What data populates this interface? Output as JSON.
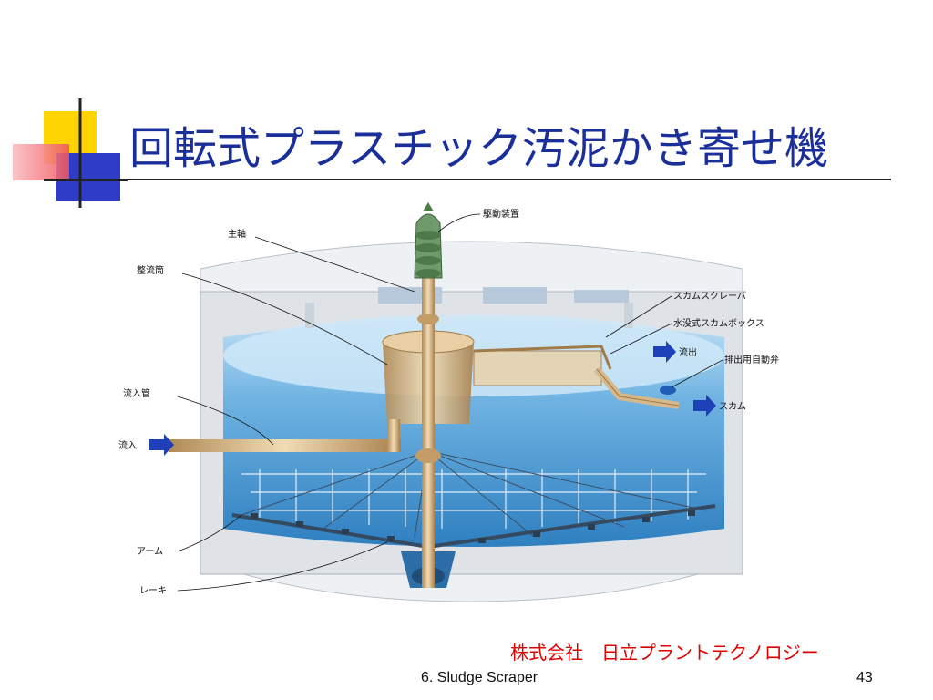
{
  "slide": {
    "title": "回転式プラスチック汚泥かき寄せ機",
    "credit": "株式会社　日立プラントテクノロジー",
    "footer": "6. Sludge Scraper",
    "page_number": "43"
  },
  "diagram": {
    "labels": {
      "drive": "駆動装置",
      "main_shaft": "主軸",
      "baffle": "整流筒",
      "scum_skimmer": "スカムスクレーパ",
      "scum_box": "水没式スカムボックス",
      "outflow": "流出",
      "valve": "排出用自動弁",
      "inflow_pipe": "流入管",
      "scum": "スカム",
      "inflow": "流入",
      "arm": "アーム",
      "rake": "レーキ"
    }
  },
  "colors": {
    "title": "#1b2f9a",
    "credit": "#e00000",
    "water": "#4f9fd6",
    "tank_wall": "#dfe3e8",
    "pipe": "#d8b98a",
    "arrow": "#1e40b8"
  }
}
